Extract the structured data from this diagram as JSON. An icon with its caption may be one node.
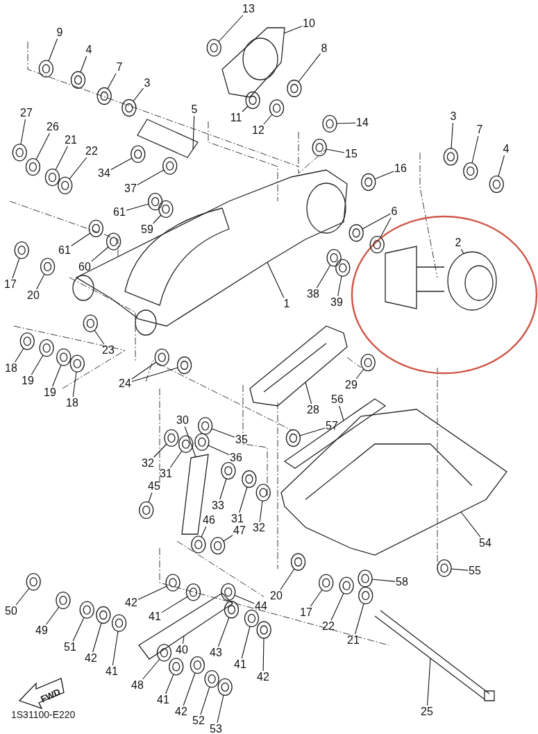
{
  "diagram": {
    "nodes": [
      {
        "text": [
          "13"
        ]
      },
      {
        "text": [
          "10"
        ]
      },
      {
        "text": [
          "9"
        ]
      },
      {
        "text": [
          "4"
        ]
      },
      {
        "text": [
          "7"
        ]
      },
      {
        "text": [
          "3"
        ]
      },
      {
        "text": [
          "8"
        ]
      },
      {
        "text": [
          "5"
        ]
      },
      {
        "text": [
          "11"
        ]
      },
      {
        "text": [
          "12"
        ]
      },
      {
        "text": [
          "14"
        ]
      },
      {
        "text": [
          "15"
        ]
      },
      {
        "text": [
          "27"
        ]
      },
      {
        "text": [
          "26"
        ]
      },
      {
        "text": [
          "21"
        ]
      },
      {
        "text": [
          "22"
        ]
      },
      {
        "text": [
          "34"
        ]
      },
      {
        "text": [
          "16"
        ]
      },
      {
        "text": [
          "3"
        ]
      },
      {
        "text": [
          "7"
        ]
      },
      {
        "text": [
          "4"
        ]
      },
      {
        "text": [
          "37"
        ]
      },
      {
        "text": [
          "61"
        ]
      },
      {
        "text": [
          "59"
        ]
      },
      {
        "text": [
          "6"
        ]
      },
      {
        "text": [
          "61"
        ]
      },
      {
        "text": [
          "60"
        ]
      },
      {
        "text": [
          "2"
        ]
      },
      {
        "text": [
          "17"
        ]
      },
      {
        "text": [
          "20"
        ]
      },
      {
        "text": [
          "1"
        ]
      },
      {
        "text": [
          "38"
        ]
      },
      {
        "text": [
          "39"
        ]
      },
      {
        "text": [
          "23"
        ]
      },
      {
        "text": [
          "18"
        ]
      },
      {
        "text": [
          "19"
        ]
      },
      {
        "text": [
          "19"
        ]
      },
      {
        "text": [
          "18"
        ]
      },
      {
        "text": [
          "24"
        ]
      },
      {
        "text": [
          "29"
        ]
      },
      {
        "text": [
          "28"
        ]
      },
      {
        "text": [
          "56"
        ]
      },
      {
        "text": [
          "57"
        ]
      },
      {
        "text": [
          "30"
        ]
      },
      {
        "text": [
          "35"
        ]
      },
      {
        "text": [
          "36"
        ]
      },
      {
        "text": [
          "32"
        ]
      },
      {
        "text": [
          "31"
        ]
      },
      {
        "text": [
          "45"
        ]
      },
      {
        "text": [
          "33"
        ]
      },
      {
        "text": [
          "46"
        ]
      },
      {
        "text": [
          "31"
        ]
      },
      {
        "text": [
          "47"
        ]
      },
      {
        "text": [
          "32"
        ]
      },
      {
        "text": [
          "54"
        ]
      },
      {
        "text": [
          "55"
        ]
      },
      {
        "text": [
          "58"
        ]
      },
      {
        "text": [
          "20"
        ]
      },
      {
        "text": [
          "17"
        ]
      },
      {
        "text": [
          "22"
        ]
      },
      {
        "text": [
          "21"
        ]
      },
      {
        "text": [
          "42"
        ]
      },
      {
        "text": [
          "41"
        ]
      },
      {
        "text": [
          "44"
        ]
      },
      {
        "text": [
          "50"
        ]
      },
      {
        "text": [
          "49"
        ]
      },
      {
        "text": [
          "43"
        ]
      },
      {
        "text": [
          "40"
        ]
      },
      {
        "text": [
          "51"
        ]
      },
      {
        "text": [
          "42"
        ]
      },
      {
        "text": [
          "41"
        ]
      },
      {
        "text": [
          "41"
        ]
      },
      {
        "text": [
          "42"
        ]
      },
      {
        "text": [
          "25"
        ]
      },
      {
        "text": [
          "48"
        ]
      },
      {
        "text": [
          "41"
        ]
      },
      {
        "text": [
          "42"
        ]
      },
      {
        "text": [
          "52"
        ]
      },
      {
        "text": [
          "53"
        ]
      },
      {
        "text": [],
        "shape": "picture"
      },
      {
        "text": [],
        "shape": "picture"
      },
      {
        "text": [],
        "shape": "picture"
      },
      {
        "text": [],
        "shape": "picture"
      },
      {
        "text": [],
        "shape": "picture"
      },
      {
        "text": [],
        "shape": "picture"
      },
      {
        "text": [],
        "shape": "picture"
      },
      {
        "text": [],
        "shape": "picture"
      },
      {
        "text": [],
        "shape": "picture"
      },
      {
        "text": [],
        "shape": "picture"
      },
      {
        "text": [],
        "shape": "picture"
      },
      {
        "text": [],
        "shape": "picture"
      },
      {
        "text": [],
        "shape": "picture"
      },
      {
        "text": [],
        "shape": "picture"
      },
      {
        "text": [],
        "shape": "picture"
      },
      {
        "text": [],
        "shape": "picture"
      },
      {
        "text": [],
        "shape": "picture"
      },
      {
        "text": [],
        "shape": "picture"
      },
      {
        "text": [],
        "shape": "picture"
      },
      {
        "text": [],
        "shape": "picture"
      },
      {
        "text": [],
        "shape": "picture"
      },
      {
        "text": [],
        "shape": "picture"
      },
      {
        "text": [],
        "shape": "picture"
      },
      {
        "text": [],
        "shape": "picture"
      },
      {
        "text": [],
        "shape": "picture"
      },
      {
        "text": [],
        "shape": "picture"
      },
      {
        "text": [],
        "shape": "picture"
      },
      {
        "text": [],
        "shape": "picture"
      },
      {
        "text": [],
        "shape": "picture"
      },
      {
        "text": [],
        "shape": "picture"
      },
      {
        "text": [],
        "shape": "picture"
      },
      {
        "text": [],
        "shape": "picture"
      },
      {
        "text": [],
        "shape": "picture"
      },
      {
        "text": [],
        "shape": "picture"
      },
      {
        "text": [],
        "shape": "picture"
      },
      {
        "text": [],
        "shape": "picture"
      },
      {
        "text": [],
        "shape": "picture"
      },
      {
        "text": [],
        "shape": "picture"
      },
      {
        "text": [],
        "shape": "picture"
      },
      {
        "text": [],
        "shape": "picture"
      },
      {
        "text": [],
        "shape": "picture"
      },
      {
        "text": [],
        "shape": "picture"
      },
      {
        "text": [],
        "shape": "picture"
      },
      {
        "text": [],
        "shape": "picture"
      },
      {
        "text": [],
        "shape": "picture"
      },
      {
        "text": [],
        "shape": "picture"
      },
      {
        "text": [],
        "shape": "picture"
      },
      {
        "text": [],
        "shape": "picture"
      },
      {
        "text": [],
        "shape": "picture"
      },
      {
        "text": [],
        "shape": "picture"
      },
      {
        "text": [],
        "shape": "picture"
      },
      {
        "text": [],
        "shape": "picture"
      },
      {
        "text": [],
        "shape": "picture"
      },
      {
        "text": [],
        "shape": "picture"
      },
      {
        "text": [],
        "shape": "picture"
      },
      {
        "text": [],
        "shape": "picture"
      },
      {
        "text": [],
        "shape": "picture"
      },
      {
        "text": [],
        "shape": "picture"
      },
      {
        "text": [],
        "shape": "picture"
      },
      {
        "text": [],
        "shape": "picture"
      },
      {
        "text": [],
        "shape": "picture"
      },
      {
        "text": [],
        "shape": "picture"
      },
      {
        "text": [],
        "shape": "picture"
      },
      {
        "text": [],
        "shape": "picture"
      },
      {
        "text": [],
        "shape": "picture"
      },
      {
        "text": [],
        "shape": "picture"
      },
      {
        "text": [],
        "shape": "picture"
      },
      {
        "text": [],
        "shape": "picture"
      },
      {
        "text": [],
        "shape": "picture"
      },
      {
        "text": [],
        "shape": "picture"
      },
      {
        "text": [],
        "shape": "picture"
      },
      {
        "text": [],
        "shape": "picture"
      },
      {
        "text": [],
        "shape": "picture"
      },
      {
        "text": [],
        "shape": "picture"
      },
      {
        "text": [],
        "shape": "picture"
      },
      {
        "text": [],
        "shape": "picture"
      },
      {
        "text": [],
        "shape": "picture"
      },
      {
        "text": [],
        "shape": "picture"
      },
      {
        "text": [],
        "shape": "picture"
      },
      {
        "text": [],
        "shape": "picture"
      },
      {
        "text": [],
        "shape": "picture"
      }
    ],
    "edges": [
      {
        "from": 0,
        "to": 79,
        "arrow": "none"
      },
      {
        "from": 1,
        "to": 80,
        "arrow": "none"
      },
      {
        "from": 2,
        "to": 81,
        "arrow": "none"
      },
      {
        "from": 3,
        "to": 82,
        "arrow": "none"
      },
      {
        "from": 4,
        "to": 83,
        "arrow": "none"
      },
      {
        "from": 5,
        "to": 84,
        "arrow": "none"
      },
      {
        "from": 6,
        "to": 85,
        "arrow": "none"
      },
      {
        "from": 7,
        "to": 86,
        "arrow": "none"
      },
      {
        "from": 8,
        "to": 87,
        "arrow": "none"
      },
      {
        "from": 9,
        "to": 88,
        "arrow": "none"
      },
      {
        "from": 10,
        "to": 89,
        "arrow": "none"
      },
      {
        "from": 11,
        "to": 90,
        "arrow": "none"
      },
      {
        "from": 12,
        "to": 91,
        "arrow": "none"
      },
      {
        "from": 13,
        "to": 92,
        "arrow": "none"
      },
      {
        "from": 14,
        "to": 93,
        "arrow": "none"
      },
      {
        "from": 15,
        "to": 94,
        "arrow": "none"
      },
      {
        "from": 16,
        "to": 95,
        "arrow": "none"
      },
      {
        "from": 17,
        "to": 96,
        "arrow": "none"
      },
      {
        "from": 18,
        "to": 97,
        "arrow": "none"
      },
      {
        "from": 19,
        "to": 98,
        "arrow": "none"
      },
      {
        "from": 20,
        "to": 99,
        "arrow": "none"
      },
      {
        "from": 21,
        "to": 100,
        "arrow": "none"
      },
      {
        "from": 22,
        "to": 101,
        "arrow": "none"
      },
      {
        "from": 23,
        "to": 102,
        "arrow": "none"
      },
      {
        "from": 24,
        "to": 103,
        "arrow": "none"
      },
      {
        "from": 24,
        "to": 104,
        "arrow": "none"
      },
      {
        "from": 25,
        "to": 105,
        "arrow": "none"
      },
      {
        "from": 26,
        "to": 106,
        "arrow": "none"
      },
      {
        "from": 27,
        "to": 107,
        "arrow": "none"
      },
      {
        "from": 28,
        "to": 108,
        "arrow": "none"
      },
      {
        "from": 29,
        "to": 109,
        "arrow": "none"
      },
      {
        "from": 30,
        "to": 110,
        "arrow": "none"
      },
      {
        "from": 31,
        "to": 111,
        "arrow": "none"
      },
      {
        "from": 32,
        "to": 112,
        "arrow": "none"
      },
      {
        "from": 33,
        "to": 113,
        "arrow": "none"
      },
      {
        "from": 34,
        "to": 114,
        "arrow": "none"
      },
      {
        "from": 35,
        "to": 115,
        "arrow": "none"
      },
      {
        "from": 36,
        "to": 116,
        "arrow": "none"
      },
      {
        "from": 37,
        "to": 117,
        "arrow": "none"
      },
      {
        "from": 38,
        "to": 118,
        "arrow": "none"
      },
      {
        "from": 38,
        "to": 119,
        "arrow": "none"
      },
      {
        "from": 39,
        "to": 120,
        "arrow": "none"
      },
      {
        "from": 40,
        "to": 121,
        "arrow": "none"
      },
      {
        "from": 41,
        "to": 122,
        "arrow": "none"
      },
      {
        "from": 42,
        "to": 123,
        "arrow": "none"
      },
      {
        "from": 43,
        "to": 124,
        "arrow": "none"
      },
      {
        "from": 44,
        "to": 125,
        "arrow": "none"
      },
      {
        "from": 45,
        "to": 126,
        "arrow": "none"
      },
      {
        "from": 46,
        "to": 127,
        "arrow": "none"
      },
      {
        "from": 47,
        "to": 128,
        "arrow": "none"
      },
      {
        "from": 48,
        "to": 129,
        "arrow": "none"
      },
      {
        "from": 49,
        "to": 130,
        "arrow": "none"
      },
      {
        "from": 50,
        "to": 131,
        "arrow": "none"
      },
      {
        "from": 51,
        "to": 132,
        "arrow": "none"
      },
      {
        "from": 52,
        "to": 133,
        "arrow": "none"
      },
      {
        "from": 53,
        "to": 134,
        "arrow": "none"
      },
      {
        "from": 54,
        "to": 135,
        "arrow": "none"
      },
      {
        "from": 55,
        "to": 136,
        "arrow": "none"
      },
      {
        "from": 56,
        "to": 137,
        "arrow": "none"
      },
      {
        "from": 57,
        "to": 138,
        "arrow": "none"
      },
      {
        "from": 58,
        "to": 139,
        "arrow": "none"
      },
      {
        "from": 59,
        "to": 140,
        "arrow": "none"
      },
      {
        "from": 60,
        "to": 141,
        "arrow": "none"
      },
      {
        "from": 61,
        "to": 142,
        "arrow": "none"
      },
      {
        "from": 62,
        "to": 143,
        "arrow": "none"
      },
      {
        "from": 63,
        "to": 144,
        "arrow": "none"
      },
      {
        "from": 64,
        "to": 145,
        "arrow": "none"
      },
      {
        "from": 65,
        "to": 146,
        "arrow": "none"
      },
      {
        "from": 66,
        "to": 147,
        "arrow": "none"
      },
      {
        "from": 67,
        "to": 148,
        "arrow": "none"
      },
      {
        "from": 68,
        "to": 149,
        "arrow": "none"
      },
      {
        "from": 69,
        "to": 150,
        "arrow": "none"
      },
      {
        "from": 70,
        "to": 151,
        "arrow": "none"
      },
      {
        "from": 71,
        "to": 152,
        "arrow": "none"
      },
      {
        "from": 72,
        "to": 153,
        "arrow": "none"
      },
      {
        "from": 73,
        "to": 154,
        "arrow": "none"
      },
      {
        "from": 74,
        "to": 155,
        "arrow": "none"
      },
      {
        "from": 75,
        "to": 156,
        "arrow": "none"
      },
      {
        "from": 76,
        "to": 157,
        "arrow": "none"
      },
      {
        "from": 77,
        "to": 158,
        "arrow": "none"
      },
      {
        "from": 78,
        "to": 159,
        "arrow": "none"
      }
    ],
    "labels": [
      "FWD",
      "1S31100-E220"
    ]
  }
}
